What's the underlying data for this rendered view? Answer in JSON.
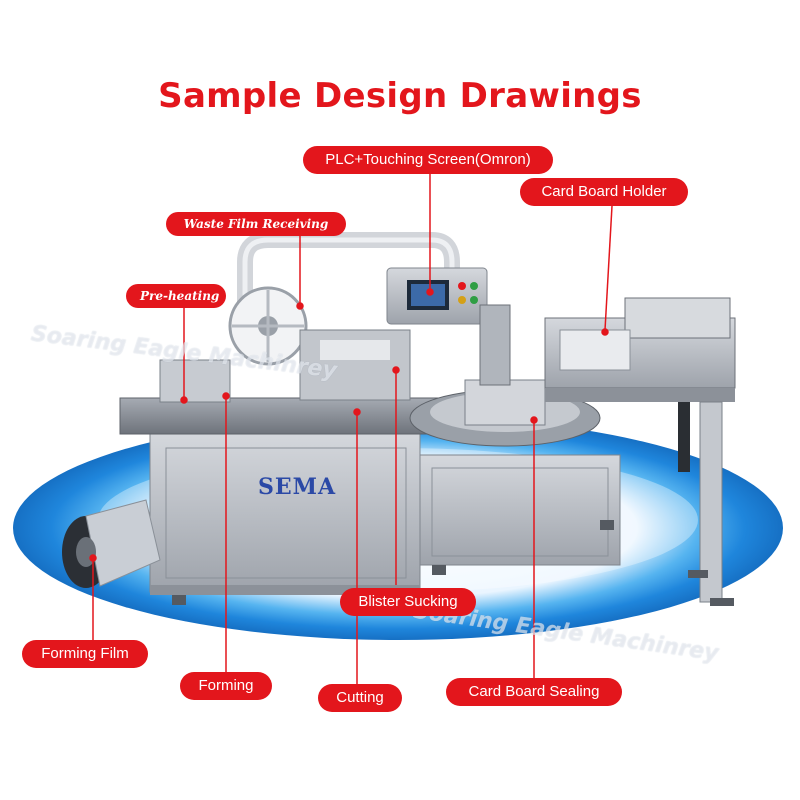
{
  "title": "Sample Design Drawings",
  "labels": {
    "plc": "PLC+Touching Screen(Omron)",
    "card_board_holder": "Card Board Holder",
    "waste_film": "Waste  Film Receiving",
    "pre_heating": "Pre-heating",
    "blister_sucking": "Blister Sucking",
    "forming_film": "Forming Film",
    "forming": "Forming",
    "cutting": "Cutting",
    "card_board_sealing": "Card Board Sealing"
  },
  "watermark_1": "Soaring Eagle Machinrey",
  "watermark_2": "Soaring Eagle Machinrey",
  "logo_text": "SEMA",
  "colors": {
    "label_red": "#e3161c",
    "platform_blue": "#2a8fe0",
    "machine_steel": "#b9bdc4"
  }
}
